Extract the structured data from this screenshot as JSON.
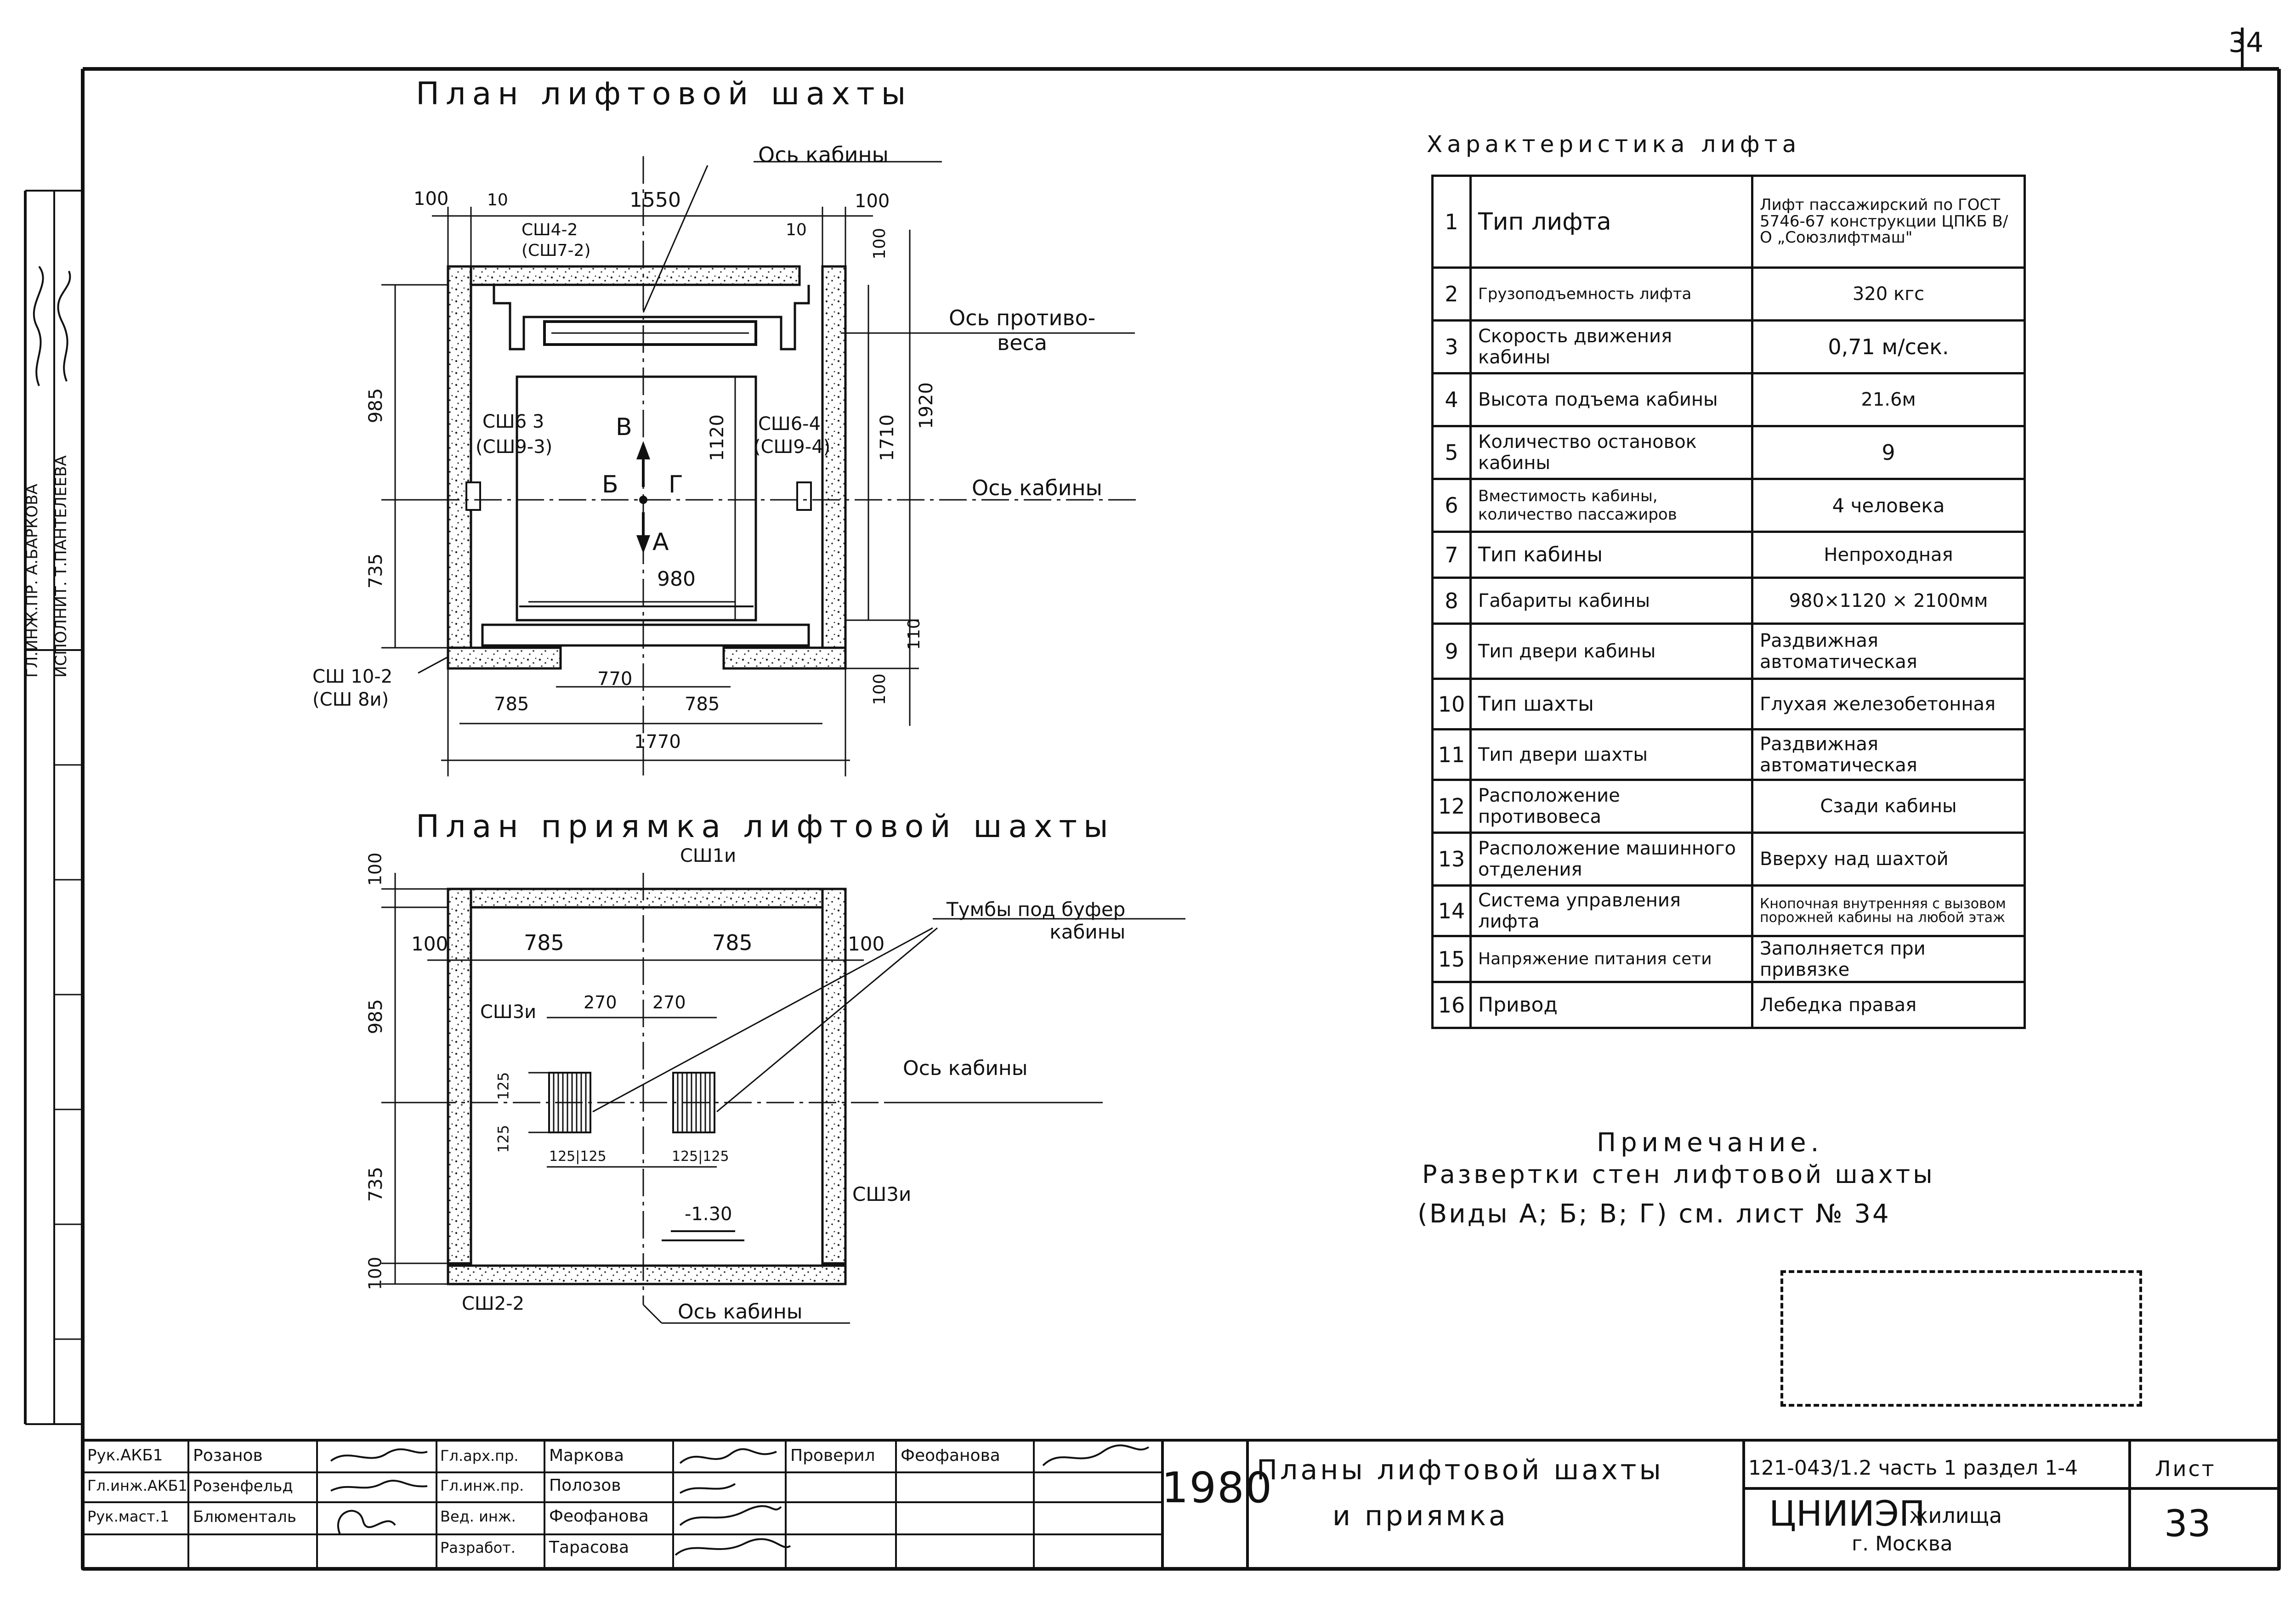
{
  "sheet_number": "34",
  "shaft_plan": {
    "title": "План лифтовой шахты",
    "labels": {
      "cabin_axis_top": "Ось кабины",
      "counterweight_axis": "Ось противо-\nвеса",
      "cabin_axis_right": "Ось кабины",
      "wall_top": "СШ4-2",
      "wall_top_alt": "(СШ7-2)",
      "wall_left": "СШ6 3",
      "wall_left_alt": "(СШ9-3)",
      "wall_right": "СШ6-4",
      "wall_right_alt": "(СШ9-4)",
      "wall_bottom": "СШ 10-2",
      "wall_bottom_alt": "(СШ 8и)",
      "view_a": "А",
      "view_b": "Б",
      "view_v": "В",
      "view_g": "Г"
    },
    "dims": {
      "top_overall": "1550",
      "top_left_wall": "100",
      "top_left_gap": "10",
      "top_right_gap": "10",
      "top_right_wall": "100",
      "right_top_wall": "100",
      "left_upper": "985",
      "left_lower": "735",
      "inner_height": "1120",
      "right_inner": "1710",
      "right_overall": "1920",
      "right_bottom_gap": "110",
      "right_bottom_wall": "100",
      "cabin_width": "980",
      "door_width": "770",
      "bottom_left": "785",
      "bottom_right": "785",
      "bottom_overall": "1770"
    }
  },
  "pit_plan": {
    "title": "План приямка лифтовой шахты",
    "labels": {
      "wall_top": "СШ1и",
      "wall_left": "СШ3и",
      "wall_right": "СШ3и",
      "wall_bottom": "СШ2-2",
      "cabin_axis_mid": "Ось кабины",
      "cabin_axis_bottom": "Ось кабины",
      "buffer_stands": "Тумбы под буфер\nкабины",
      "level_mark": "-1.30"
    },
    "dims": {
      "top_wall": "100",
      "left_wall": "100",
      "left_span": "785",
      "right_span": "785",
      "right_wall": "100",
      "upper": "985",
      "lower": "735",
      "bottom_wall": "100",
      "stand_offset_left": "270",
      "stand_offset_right": "270",
      "stand_h1": "125",
      "stand_h2": "125",
      "stand_w": "125|125"
    }
  },
  "characteristics": {
    "title": "Характеристика лифта",
    "rows": [
      {
        "n": "1",
        "param": "Тип лифта",
        "value": "Лифт пассажирский по ГОСТ 5746-67 конструкции ЦПКБ В/О „Союзлифтмаш\""
      },
      {
        "n": "2",
        "param": "Грузоподъемность лифта",
        "value": "320 кгс"
      },
      {
        "n": "3",
        "param": "Скорость движения кабины",
        "value": "0,71 м/сек."
      },
      {
        "n": "4",
        "param": "Высота подъема кабины",
        "value": "21.6м"
      },
      {
        "n": "5",
        "param": "Количество остановок кабины",
        "value": "9"
      },
      {
        "n": "6",
        "param": "Вместимость кабины, количество пассажиров",
        "value": "4 человека"
      },
      {
        "n": "7",
        "param": "Тип кабины",
        "value": "Непроходная"
      },
      {
        "n": "8",
        "param": "Габариты кабины",
        "value": "980×1120 × 2100мм"
      },
      {
        "n": "9",
        "param": "Тип двери кабины",
        "value": "Раздвижная автоматическая"
      },
      {
        "n": "10",
        "param": "Тип шахты",
        "value": "Глухая железобетонная"
      },
      {
        "n": "11",
        "param": "Тип двери шахты",
        "value": "Раздвижная автоматическая"
      },
      {
        "n": "12",
        "param": "Расположение противовеса",
        "value": "Сзади кабины"
      },
      {
        "n": "13",
        "param": "Расположение машинного отделения",
        "value": "Вверху над шахтой"
      },
      {
        "n": "14",
        "param": "Система управления лифта",
        "value": "Кнопочная внутренняя с вызовом порожней кабины на любой этаж"
      },
      {
        "n": "15",
        "param": "Напряжение питания сети",
        "value": "Заполняется при привязке"
      },
      {
        "n": "16",
        "param": "Привод",
        "value": "Лебедка правая"
      }
    ]
  },
  "note": {
    "title": "Примечание.",
    "line1": "Развертки стен лифтовой шахты",
    "line2": "(Виды А; Б; В; Г) см. лист № 34"
  },
  "side_stamp": {
    "row1": "ГЛ.ИНЖ.ПР. А.БАРКОВА",
    "row2": "ИСПОЛНИТ. Т.ПАНТЕЛЕЕВА"
  },
  "title_block": {
    "staff": [
      {
        "role": "Рук.АКБ1",
        "name": "Розанов"
      },
      {
        "role": "Гл.инж.АКБ1",
        "name": "Розенфельд"
      },
      {
        "role": "Рук.маст.1",
        "name": "Блюменталь"
      }
    ],
    "staff2": [
      {
        "role": "Гл.арх.пр.",
        "name": "Маркова"
      },
      {
        "role": "Гл.инж.пр.",
        "name": "Полозов"
      },
      {
        "role": "Вед. инж.",
        "name": "Феофанова"
      },
      {
        "role": "Разработ.",
        "name": "Тарасова"
      }
    ],
    "checked_label": "Проверил",
    "checked_name": "Феофанова",
    "year": "1980",
    "drawing_title_1": "Планы лифтовой шахты",
    "drawing_title_2": "и приямка",
    "code": "121-043/1.2 часть 1 раздел 1-4",
    "org": "ЦНИИЭП",
    "org_suffix": "жилища",
    "city": "г. Москва",
    "sheet_label": "Лист",
    "sheet_no": "33"
  }
}
